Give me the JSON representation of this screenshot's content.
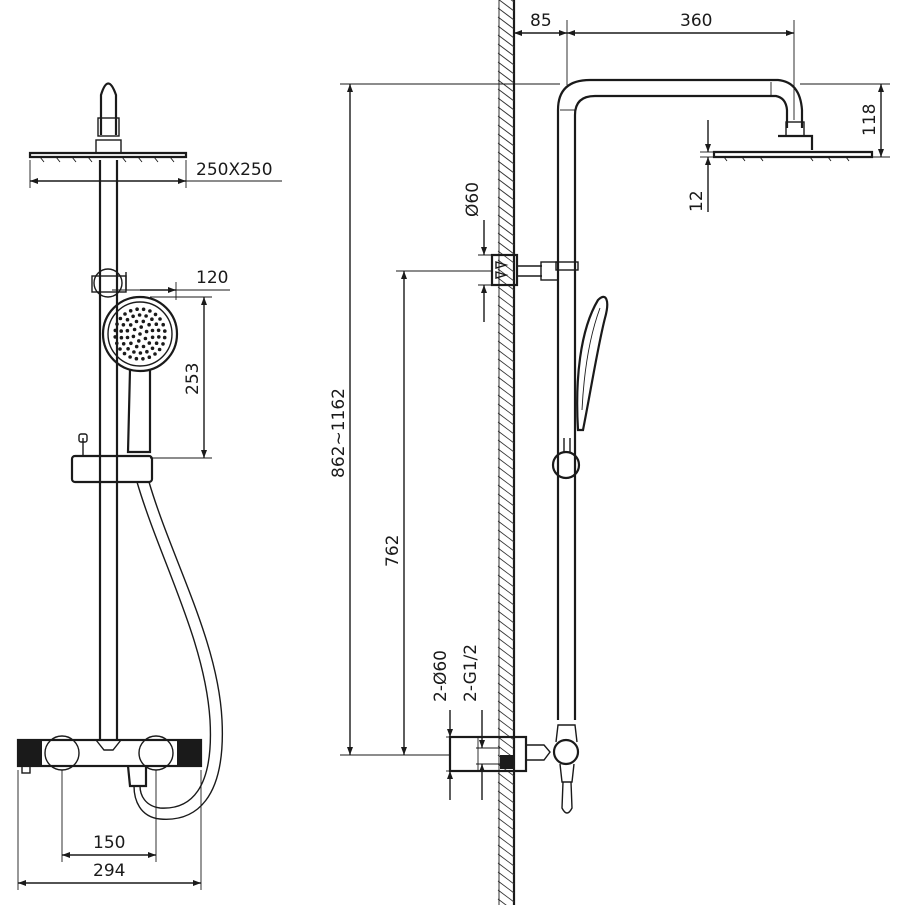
{
  "dimensions": {
    "head_size": "250X250",
    "holder_offset": "120",
    "handshower_height": "253",
    "wall_to_bar": "85",
    "arm_reach": "360",
    "head_drop": "118",
    "head_thickness": "12",
    "bracket_dia": "Ø60",
    "total_height": "862~1162",
    "bracket_height": "762",
    "inlet_dia": "2-Ø60",
    "inlet_thread": "2-G1/2",
    "inlet_spacing": "150",
    "mixer_width": "294"
  }
}
